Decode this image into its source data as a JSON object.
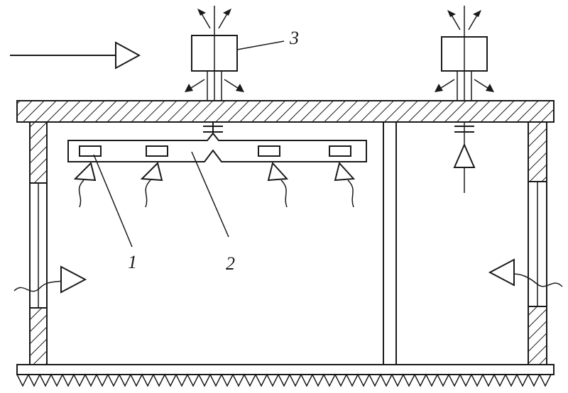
{
  "labels": {
    "label_1": "1",
    "label_2": "2",
    "label_3": "3"
  },
  "colors": {
    "line": "#1a1a1a",
    "background": "#ffffff"
  }
}
